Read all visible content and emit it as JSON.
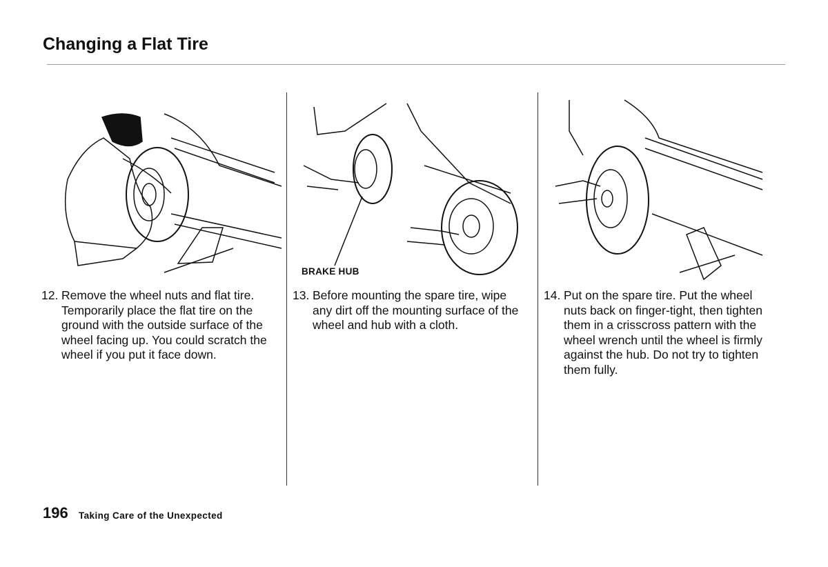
{
  "page": {
    "title": "Changing a Flat Tire",
    "page_number": "196",
    "section": "Taking Care of the Unexpected"
  },
  "steps": [
    {
      "number": "12.",
      "text": "Remove the wheel nuts and flat tire. Temporarily place the flat tire on the ground with the outside surface of the wheel facing up. You could scratch the wheel if you put it face down."
    },
    {
      "number": "13.",
      "text": "Before mounting the spare tire, wipe any dirt off the mounting surface of the wheel and hub with a cloth."
    },
    {
      "number": "14.",
      "text": "Put on the spare tire. Put the wheel nuts back on finger-tight, then tighten them in a crisscross pattern with the wheel wrench until the wheel is firmly against the hub. Do not try to tighten them fully."
    }
  ],
  "callouts": {
    "brake_hub": "BRAKE HUB"
  }
}
